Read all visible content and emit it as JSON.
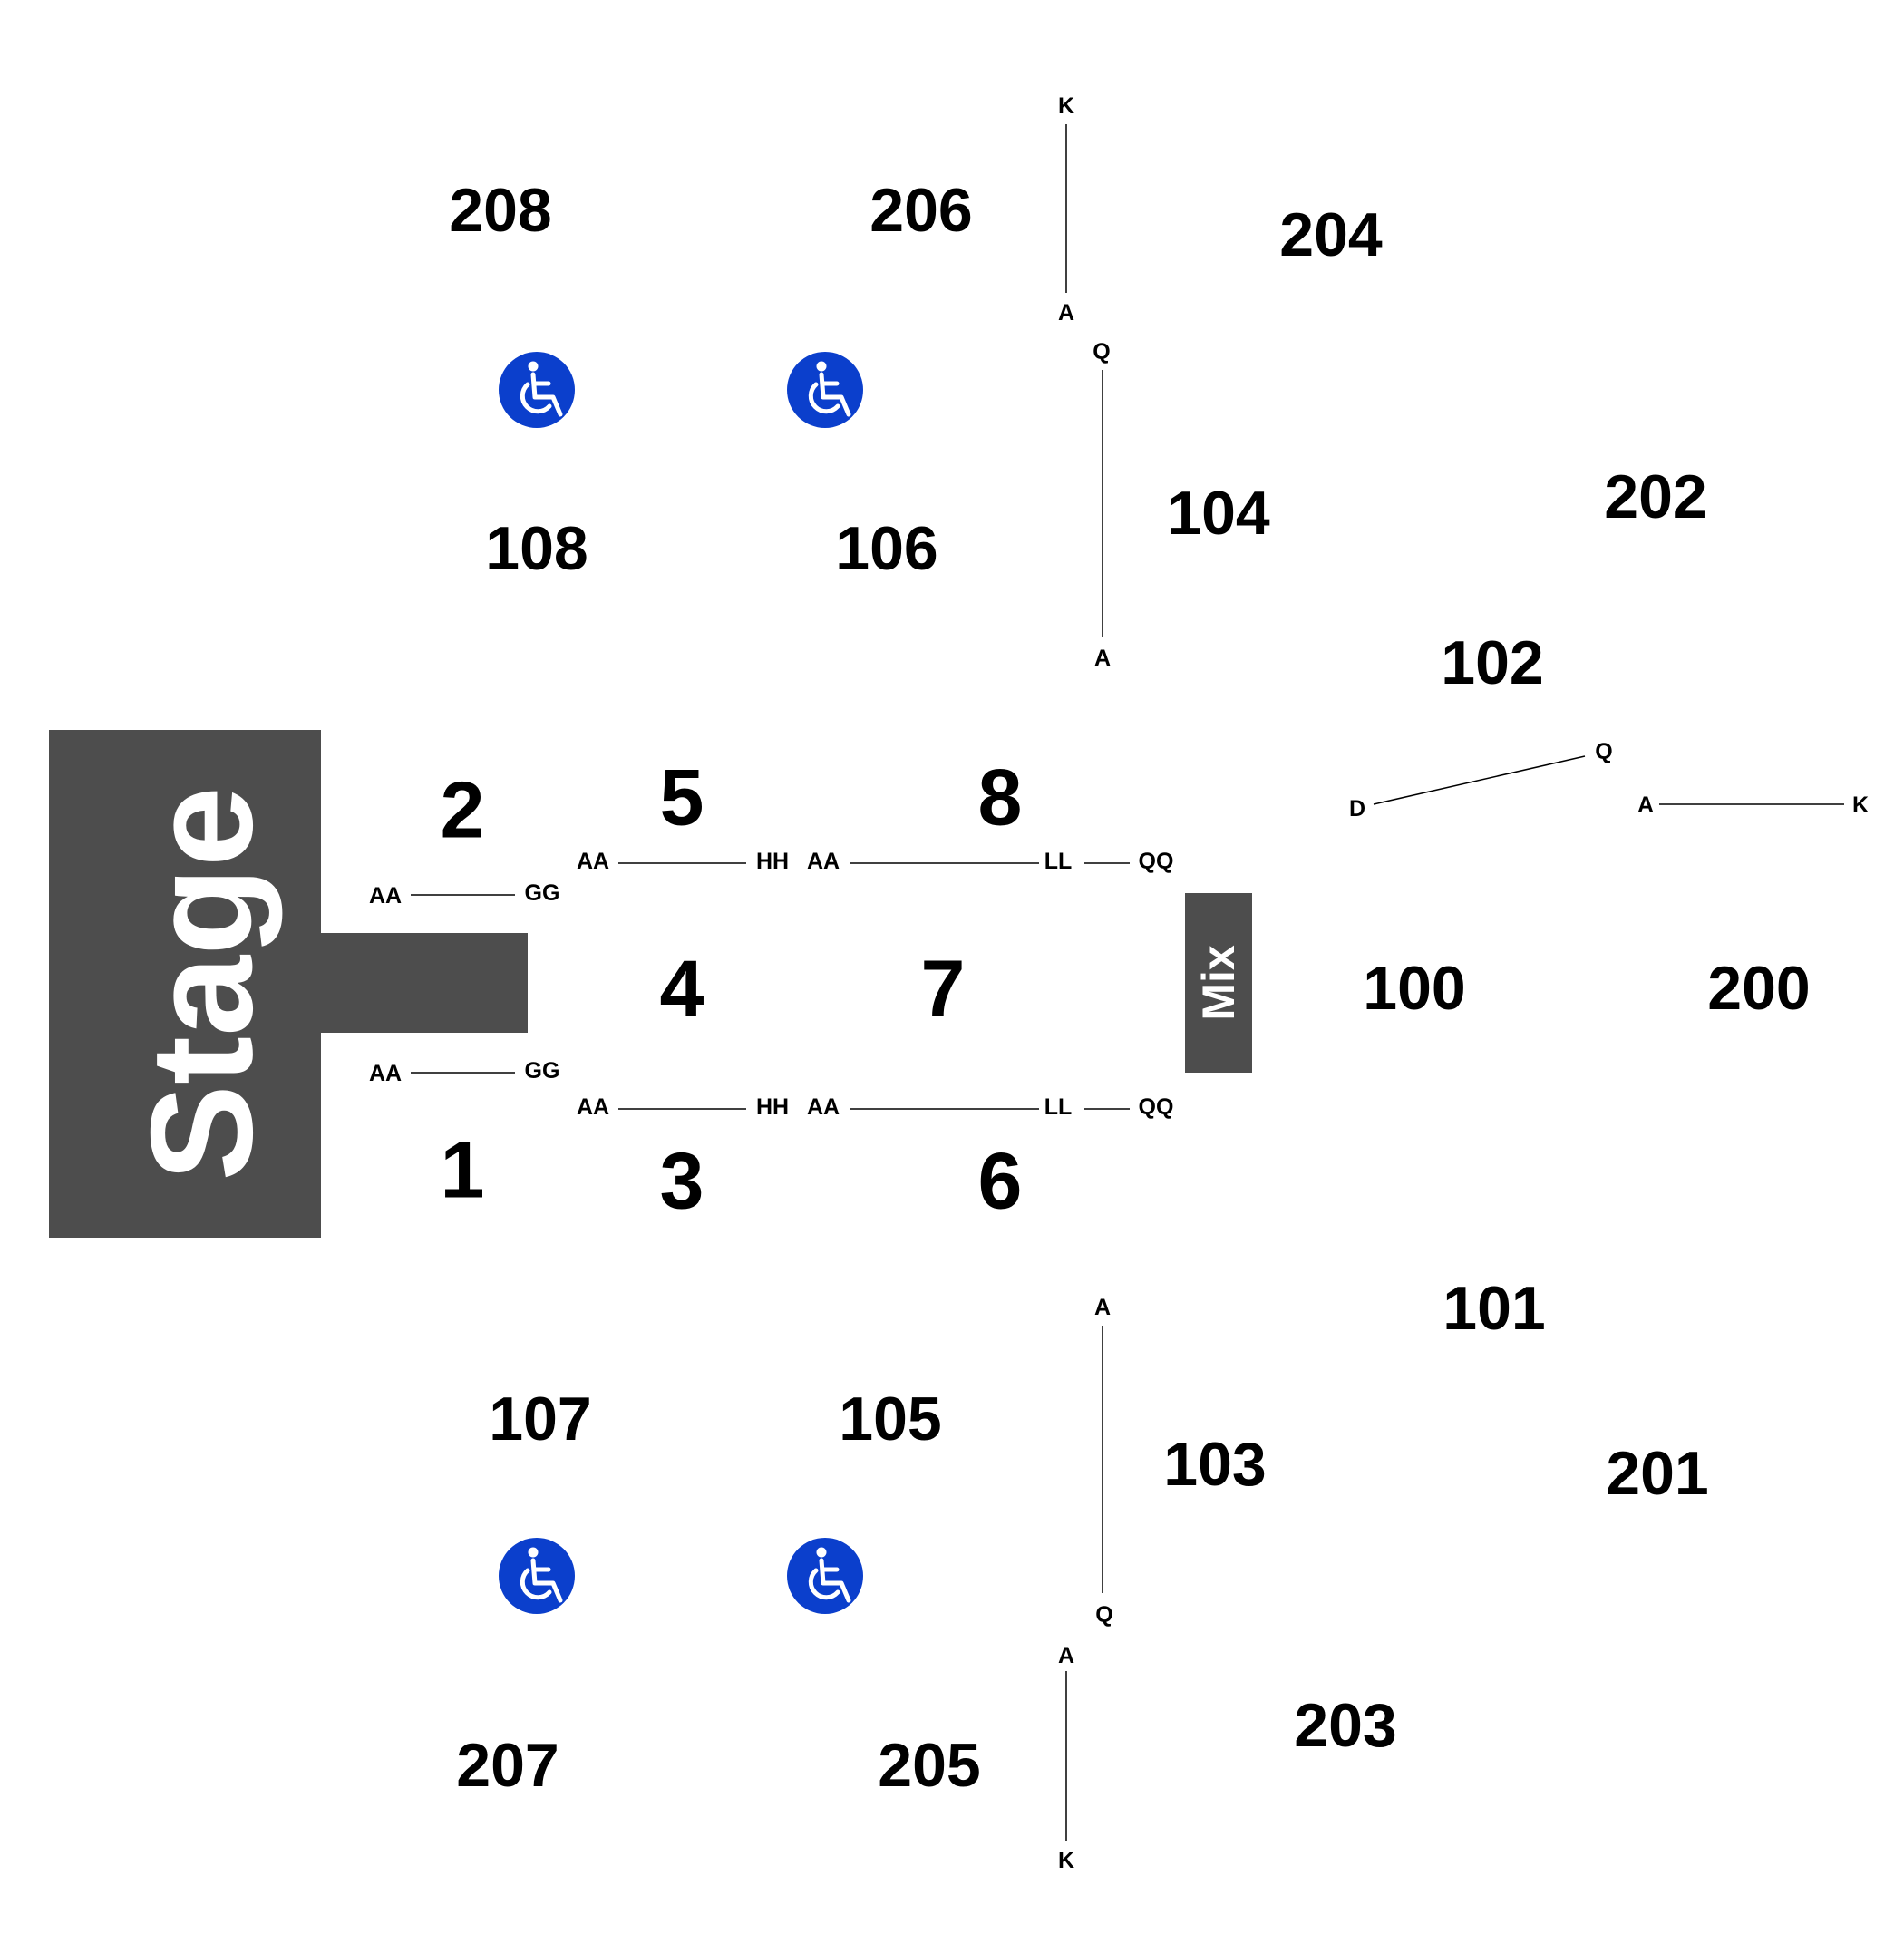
{
  "stage": {
    "label": "Stage"
  },
  "mix": {
    "label": "Mix"
  },
  "sections": {
    "s1": "1",
    "s2": "2",
    "s3": "3",
    "s4": "4",
    "s5": "5",
    "s6": "6",
    "s7": "7",
    "s8": "8",
    "s100": "100",
    "s101": "101",
    "s102": "102",
    "s103": "103",
    "s104": "104",
    "s105": "105",
    "s106": "106",
    "s107": "107",
    "s108": "108",
    "s200": "200",
    "s201": "201",
    "s202": "202",
    "s203": "203",
    "s204": "204",
    "s205": "205",
    "s206": "206",
    "s207": "207",
    "s208": "208"
  },
  "rows": {
    "r2a": "AA",
    "r2b": "GG",
    "r1a": "AA",
    "r1b": "GG",
    "r5a": "AA",
    "r5b": "HH",
    "r3a": "AA",
    "r3b": "HH",
    "r8a": "AA",
    "r8b": "LL",
    "r8c": "QQ",
    "r6a": "AA",
    "r6b": "LL",
    "r6c": "QQ",
    "r206a": "K",
    "r206b": "A",
    "r104a": "Q",
    "r104b": "A",
    "r102a": "D",
    "r102b": "Q",
    "r202a": "A",
    "r202b": "K",
    "r103a": "A",
    "r103b": "Q",
    "r205a": "A",
    "r205b": "K"
  },
  "icons": {
    "accessible_color": "#0b3fcc",
    "stage_color": "#4d4d4d"
  }
}
